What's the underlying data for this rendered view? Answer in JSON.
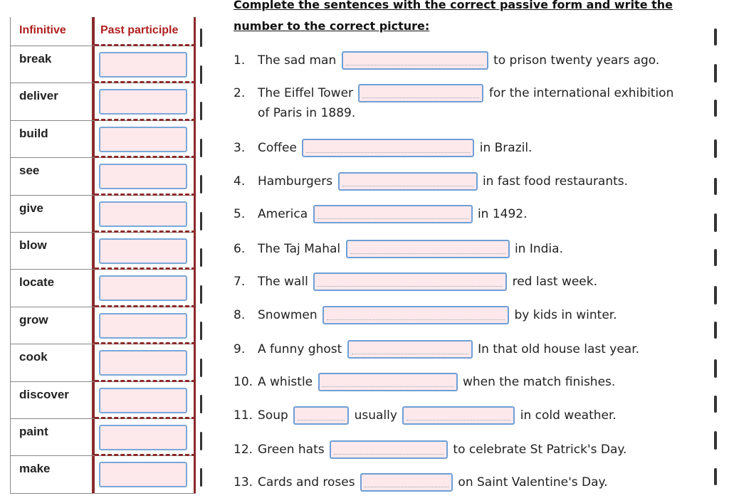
{
  "table": {
    "header_infinitive": "Infinitive",
    "header_past": "Past participle",
    "verbs": [
      "break",
      "deliver",
      "build",
      "see",
      "give",
      "blow",
      "locate",
      "grow",
      "cook",
      "discover",
      "paint",
      "make"
    ]
  },
  "instructions": {
    "line1": "Complete the sentences with the correct passive form and write the",
    "line2": "number to the correct picture:"
  },
  "sentences": [
    {
      "num": "1.",
      "before": "The sad man",
      "after": "to prison twenty years ago."
    },
    {
      "num": "2.",
      "before": "The Eiffel Tower",
      "after": "for the international exhibition",
      "cont": "of Paris in 1889."
    },
    {
      "num": "3.",
      "before": "Coffee",
      "after": "in Brazil."
    },
    {
      "num": "4.",
      "before": "Hamburgers",
      "after": "in fast food restaurants."
    },
    {
      "num": "5.",
      "before": "America",
      "after": "in 1492."
    },
    {
      "num": "6.",
      "before": "The Taj Mahal",
      "after": "in India."
    },
    {
      "num": "7.",
      "before": "The wall",
      "after": "red last week."
    },
    {
      "num": "8.",
      "before": "Snowmen",
      "after": "by kids in winter."
    },
    {
      "num": "9.",
      "before": "A funny ghost",
      "after": "In that old house last year."
    },
    {
      "num": "10.",
      "before": "A whistle",
      "after": "when the match finishes."
    },
    {
      "num": "11.",
      "before": "Soup",
      "middle": "usually",
      "after": "in cold weather."
    },
    {
      "num": "12.",
      "before": "Green hats",
      "after": "to celebrate St Patrick's Day."
    },
    {
      "num": "13.",
      "before": "Cards and roses",
      "after": "on Saint Valentine's Day."
    }
  ],
  "colors": {
    "accent": "#8b2a2a",
    "header_text": "#b02020",
    "box_fill": "#fde8ec",
    "box_border": "#6f9fd6"
  }
}
